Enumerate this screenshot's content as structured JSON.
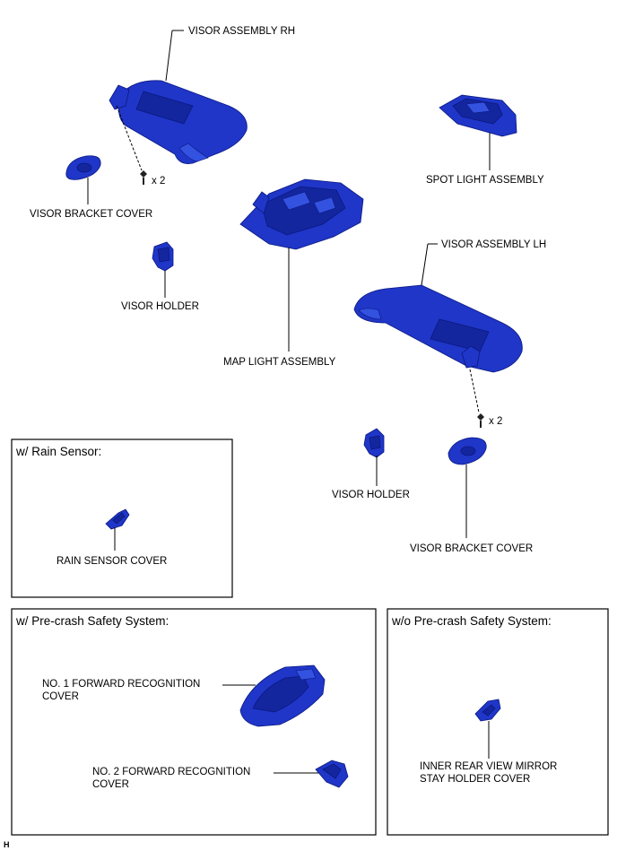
{
  "labels": {
    "visor_rh": "VISOR ASSEMBLY RH",
    "visor_lh": "VISOR ASSEMBLY LH",
    "spot_light": "SPOT LIGHT ASSEMBLY",
    "map_light": "MAP LIGHT ASSEMBLY",
    "visor_bracket_cover_rh": "VISOR BRACKET COVER",
    "visor_bracket_cover_lh": "VISOR BRACKET COVER",
    "visor_holder_rh": "VISOR HOLDER",
    "visor_holder_lh": "VISOR HOLDER",
    "screw_qty_rh": "x 2",
    "screw_qty_lh": "x 2",
    "rain_sensor_cover": "RAIN SENSOR COVER",
    "fwd_recog_1_line1": "NO. 1 FORWARD RECOGNITION",
    "fwd_recog_1_line2": "COVER",
    "fwd_recog_2_line1": "NO. 2 FORWARD RECOGNITION",
    "fwd_recog_2_line2": "COVER",
    "inner_mirror_line1": "INNER REAR VIEW MIRROR",
    "inner_mirror_line2": "STAY HOLDER COVER"
  },
  "boxes": {
    "rain_sensor": "w/ Rain Sensor:",
    "precrash": "w/ Pre-crash Safety System:",
    "no_precrash": "w/o Pre-crash Safety System:"
  },
  "corner_mark": "H"
}
